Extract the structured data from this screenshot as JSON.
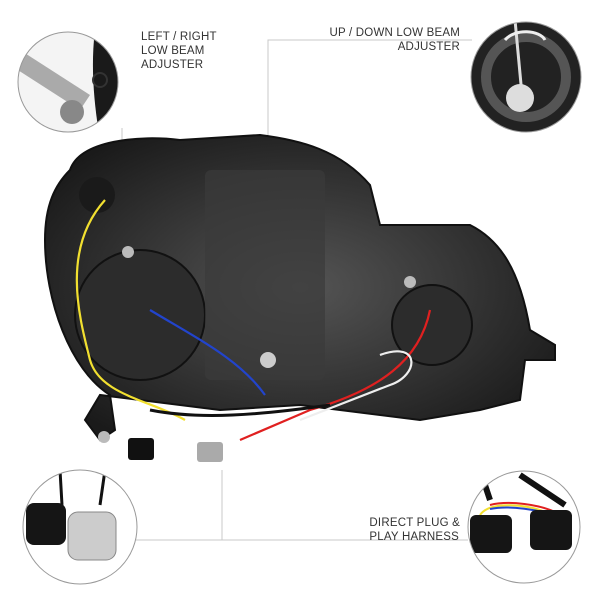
{
  "callouts": {
    "left_right": {
      "line1": "LEFT / RIGHT",
      "line2": "LOW BEAM",
      "line3": "ADJUSTER"
    },
    "up_down": {
      "line1": "UP / DOWN LOW BEAM",
      "line2": "ADJUSTER"
    },
    "harness": {
      "line1": "DIRECT PLUG &",
      "line2": "PLAY HARNESS"
    }
  },
  "colors": {
    "housing": "#2a2a2a",
    "wire_yellow": "#f2e030",
    "wire_blue": "#2244cc",
    "wire_red": "#e02020",
    "callout_line": "#c8c8c8"
  }
}
